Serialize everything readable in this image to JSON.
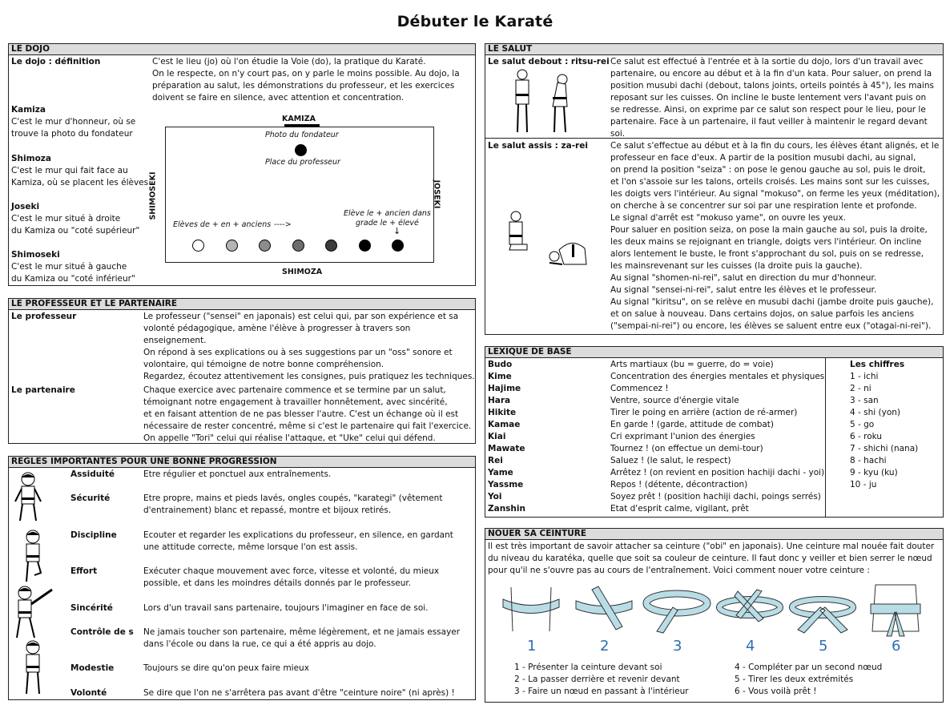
{
  "title": "Débuter le Karaté",
  "dojo": {
    "header": "LE DOJO",
    "def_term": "Le dojo : définition",
    "def_lines": [
      "C'est le lieu (jo) où l'on étudie la Voie (do), la pratique du Karaté.",
      "On le respecte, on n'y court pas, on y parle le moins possible. Au dojo, la",
      "préparation au salut, les démonstrations du professeur, et les exercices",
      "doivent se faire en silence, avec attention et concentration."
    ],
    "terms": [
      {
        "name": "Kamiza",
        "lines": [
          "C'est le mur d'honneur, où se",
          "trouve la photo du fondateur"
        ]
      },
      {
        "name": "Shimoza",
        "lines": [
          "C'est le mur qui fait face au",
          "Kamiza, où se placent les élèves"
        ]
      },
      {
        "name": "Joseki",
        "lines": [
          "C'est le mur situé à droite",
          "du Kamiza ou \"coté supérieur\""
        ]
      },
      {
        "name": "Shimoseki",
        "lines": [
          "C'est le mur situé à gauche",
          "du Kamiza ou \"coté inférieur\""
        ]
      }
    ],
    "diagram": {
      "top": "KAMIZA",
      "bottom": "SHIMOZA",
      "left": "SHIMOSEKI",
      "right": "JOSEKI",
      "photo": "Photo du fondateur",
      "prof": "Place du professeur",
      "eleves": "Elèves de + en + anciens",
      "arrow": "---->",
      "ancien1": "Elève le + ancien dans",
      "ancien2": "grade le + élevé",
      "dot_colors": [
        "#ffffff",
        "#b4b4b4",
        "#8c8c8c",
        "#6e6e6e",
        "#3c3c3c",
        "#000000",
        "#000000"
      ]
    }
  },
  "prof": {
    "header": "LE PROFESSEUR ET LE PARTENAIRE",
    "prof_term": "Le professeur",
    "prof_lines": [
      "Le professeur (\"sensei\" en japonais) est celui qui, par son expérience et sa",
      "volonté pédagogique, amène l'élève à progresser à travers son enseignement.",
      "On répond à ses explications ou à ses suggestions par un \"oss\" sonore et",
      "volontaire, qui témoigne de notre bonne compréhension.",
      "Regardez, écoutez attentivement les consignes, puis pratiquez les techniques."
    ],
    "part_term": "Le partenaire",
    "part_lines": [
      "Chaque exercice avec partenaire commence et se termine par un salut,",
      "témoignant notre engagement à travailler honnêtement, avec sincérité,",
      "et en faisant attention de ne pas blesser l'autre. C'est un échange où il est",
      "nécessaire de rester concentré, même si c'est le partenaire qui fait l'exercice.",
      "On appelle \"Tori\" celui qui réalise l'attaque, et \"Uke\" celui qui défend."
    ]
  },
  "regles": {
    "header": "REGLES IMPORTANTES POUR UNE BONNE PROGRESSION",
    "items": [
      {
        "name": "Assiduité",
        "lines": [
          "Etre régulier et ponctuel aux entraînements."
        ]
      },
      {
        "name": "Sécurité",
        "lines": [
          "Etre propre, mains et pieds lavés, ongles coupés, \"karategi\" (vêtement",
          "d'entrainement) blanc et repassé, montre et bijoux retirés."
        ]
      },
      {
        "name": "Discipline",
        "lines": [
          "Ecouter et regarder les explications du professeur, en silence, en gardant",
          "une attitude correcte, même lorsque l'on est assis."
        ]
      },
      {
        "name": "Effort",
        "lines": [
          "Exécuter chaque mouvement avec force, vitesse et volonté, du mieux",
          "possible, et dans les moindres détails donnés par le professeur."
        ]
      },
      {
        "name": "Sincérité",
        "lines": [
          "Lors d'un travail sans partenaire, toujours l'imaginer en face de soi."
        ]
      },
      {
        "name": "Contrôle de s",
        "lines": [
          "Ne jamais toucher son partenaire, même légèrement, et ne jamais essayer",
          "dans l'école ou dans la rue, ce qui a été appris au dojo."
        ]
      },
      {
        "name": "Modestie",
        "lines": [
          "Toujours se dire qu'on peux faire mieux"
        ]
      },
      {
        "name": "Volonté",
        "lines": [
          "Se dire que l'on ne s'arrêtera pas avant d'être \"ceinture noire\" (ni après) !"
        ]
      }
    ]
  },
  "salut": {
    "header": "LE SALUT",
    "debout_term": "Le salut debout : ritsu-rei",
    "debout_lines": [
      "Ce salut est effectué à l'entrée et à la sortie du dojo, lors d'un travail avec",
      "partenaire, ou encore au début et à la fin d'un kata. Pour saluer, on prend la",
      "position musubi dachi (debout, talons joints, orteils pointés à 45°), les mains",
      "reposant sur les cuisses. On incline le buste lentement vers l'avant puis on",
      "se redresse. Ainsi, on exprime par ce salut son respect pour le lieu, pour le",
      "partenaire. Face à un partenaire, il faut veiller à maintenir le regard devant soi."
    ],
    "assis_term": "Le salut assis : za-rei",
    "assis_lines": [
      "Ce salut s'effectue au début et à la fin du cours, les élèves étant alignés, et le",
      "professeur en face d'eux. A partir de la position musubi dachi, au signal,",
      "on prend la position \"seiza\" : on pose le genou gauche au sol, puis le droit,",
      "et l'on s'assoie sur les talons, orteils croisés. Les mains sont sur les cuisses,",
      "les doigts vers l'intérieur. Au signal \"mokuso\", on ferme les yeux (méditation),",
      "on cherche à se concentrer sur soi par une respiration lente et profonde.",
      "Le signal d'arrêt est \"mokuso yame\", on ouvre les yeux.",
      "Pour saluer en position seiza, on pose la main gauche au sol, puis la droite,",
      "les deux mains se rejoignant en triangle, doigts vers l'intérieur. On incline",
      "alors lentement le buste, le front s'approchant du sol, puis on se redresse,",
      "les mainsrevenant sur les cuisses (la droite puis la gauche).",
      "Au signal \"shomen-ni-rei\", salut en direction du mur d'honneur.",
      "Au signal \"sensei-ni-rei\", salut entre les élèves et le professeur.",
      "Au signal \"kiritsu\", on se relève en musubi dachi (jambe droite puis gauche),",
      "et on salue à nouveau. Dans certains dojos, on salue parfois les anciens",
      "(\"sempai-ni-rei\") ou encore, les élèves se saluent entre eux (\"otagai-ni-rei\")."
    ]
  },
  "lexique": {
    "header": "LEXIQUE DE BASE",
    "terms": [
      {
        "t": "Budo",
        "d": "Arts martiaux (bu = guerre, do = voie)"
      },
      {
        "t": "Kime",
        "d": "Concentration des énergies mentales et physiques"
      },
      {
        "t": "Hajime",
        "d": "Commencez !"
      },
      {
        "t": "Hara",
        "d": "Ventre, source d'énergie vitale"
      },
      {
        "t": "Hikite",
        "d": "Tirer le poing en arrière (action de ré-armer)"
      },
      {
        "t": "Kamae",
        "d": "En garde ! (garde, attitude de combat)"
      },
      {
        "t": "Kiai",
        "d": "Cri exprimant l'union des énergies"
      },
      {
        "t": "Mawate",
        "d": "Tournez ! (on effectue un demi-tour)"
      },
      {
        "t": "Rei",
        "d": "Saluez ! (le salut, le respect)"
      },
      {
        "t": "Yame",
        "d": "Arrêtez ! (on revient en position hachiji dachi - yoi)"
      },
      {
        "t": "Yassme",
        "d": "Repos ! (détente, décontraction)"
      },
      {
        "t": "Yoi",
        "d": "Soyez prêt ! (position hachiji dachi, poings serrés)"
      },
      {
        "t": "Zanshin",
        "d": "Etat d'esprit calme, vigilant, prêt"
      }
    ],
    "chiffres_title": "Les chiffres",
    "chiffres": [
      "1 - ichi",
      "2 - ni",
      "3 - san",
      "4 - shi (yon)",
      "5 - go",
      "6 - roku",
      "7 - shichi (nana)",
      "8 - hachi",
      "9 - kyu (ku)",
      "10 - ju"
    ]
  },
  "ceinture": {
    "header": "NOUER SA CEINTURE",
    "lines": [
      "Il est très important de savoir attacher sa ceinture (\"obi\" en japonais). Une ceinture mal nouée fait douter",
      "du niveau du karatéka, quelle que soit sa couleur de ceinture. Il faut donc y veiller et bien serrer le nœud",
      "pour qu'il ne s'ouvre pas au cours de  l'entraînement. Voici comment nouer votre ceinture :"
    ],
    "numbers": [
      "1",
      "2",
      "3",
      "4",
      "5",
      "6"
    ],
    "steps_left": [
      "1 - Présenter la ceinture devant soi",
      "2 - La passer derrière et revenir devant",
      "3 - Faire un nœud en passant à l'intérieur"
    ],
    "steps_right": [
      "4 - Compléter par un second nœud",
      "5 - Tirer les deux extrémités",
      "6 - Vous voilà prêt !"
    ],
    "belt_color": "#b9dde6"
  }
}
